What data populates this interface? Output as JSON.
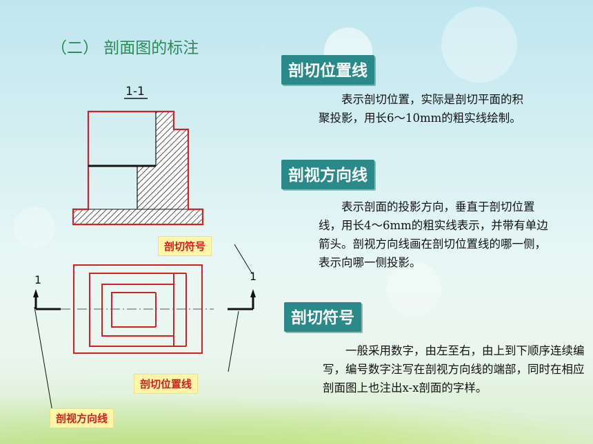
{
  "title": "（二） 剖面图的标注",
  "sections": [
    {
      "heading": "剖切位置线",
      "text": "表示剖切位置，实际是剖切平面的积聚投影，用长6～10mm的粗实线绘制。"
    },
    {
      "heading": "剖视方向线",
      "text": "表示剖面的投影方向，垂直于剖切位置线，用长4～6mm的粗实线表示，并带有单边箭头。剖视方向线画在剖切位置线的哪一侧，表示向哪一侧投影。"
    },
    {
      "heading": "剖切符号",
      "text": "一般采用数字，由左至右，由上到下顺序连续编写，编号数字注写在剖视方向线的端部，同时在相应剖面图上也注出x-x剖面的字样。"
    }
  ],
  "diagram": {
    "section_label": "1-1",
    "left_number": "1",
    "right_number": "1",
    "callouts": {
      "symbol": "剖切符号",
      "position_line": "剖切位置线",
      "direction_line": "剖视方向线"
    }
  },
  "colors": {
    "heading_bg": "#2a8a8a",
    "title": "#2a8a58",
    "drawing": "#d42020",
    "label_text": "#d81b1b",
    "label_bg": "#fff6a8"
  }
}
